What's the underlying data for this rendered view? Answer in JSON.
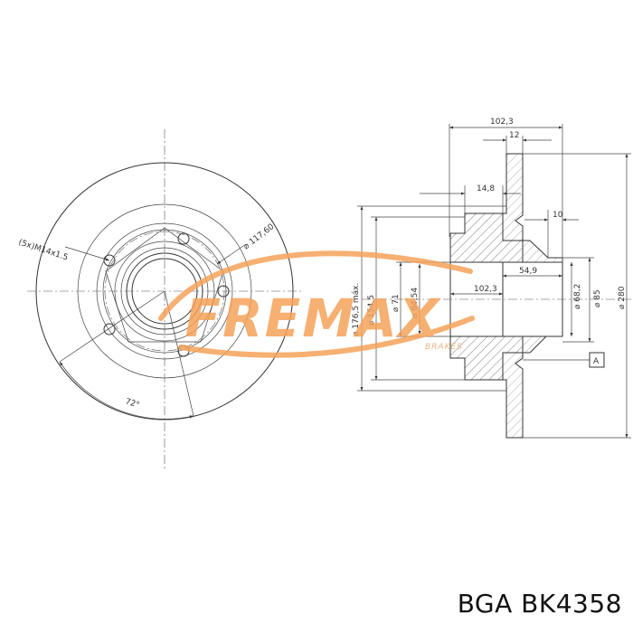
{
  "front_view": {
    "bolt_label": "(5x)M14x1.5",
    "pcd_label": "⌀ 117,60",
    "angle_label": "72°"
  },
  "side_view": {
    "dimensions": {
      "overall_width": "102,3",
      "disc_thickness": "12",
      "hub_flange": "14,8",
      "spigot_depth": "10",
      "bore_depth": "54,9",
      "inner_width": "102,3",
      "d_176_5": "⌀ 176,5 máx.",
      "d_154_5": "⌀ 154,5",
      "d_71": "⌀ 71",
      "d_64_54": "⌀ 64,54",
      "d_68_2": "⌀ 68,2",
      "d_85": "⌀ 85",
      "d_280": "⌀ 280"
    },
    "datum": "A"
  },
  "watermark": {
    "brand": "FREMAX",
    "sub": "BRAKES",
    "color": "#f5a35a"
  },
  "caption": {
    "brand": "BGA",
    "part_number": "BK4358"
  }
}
